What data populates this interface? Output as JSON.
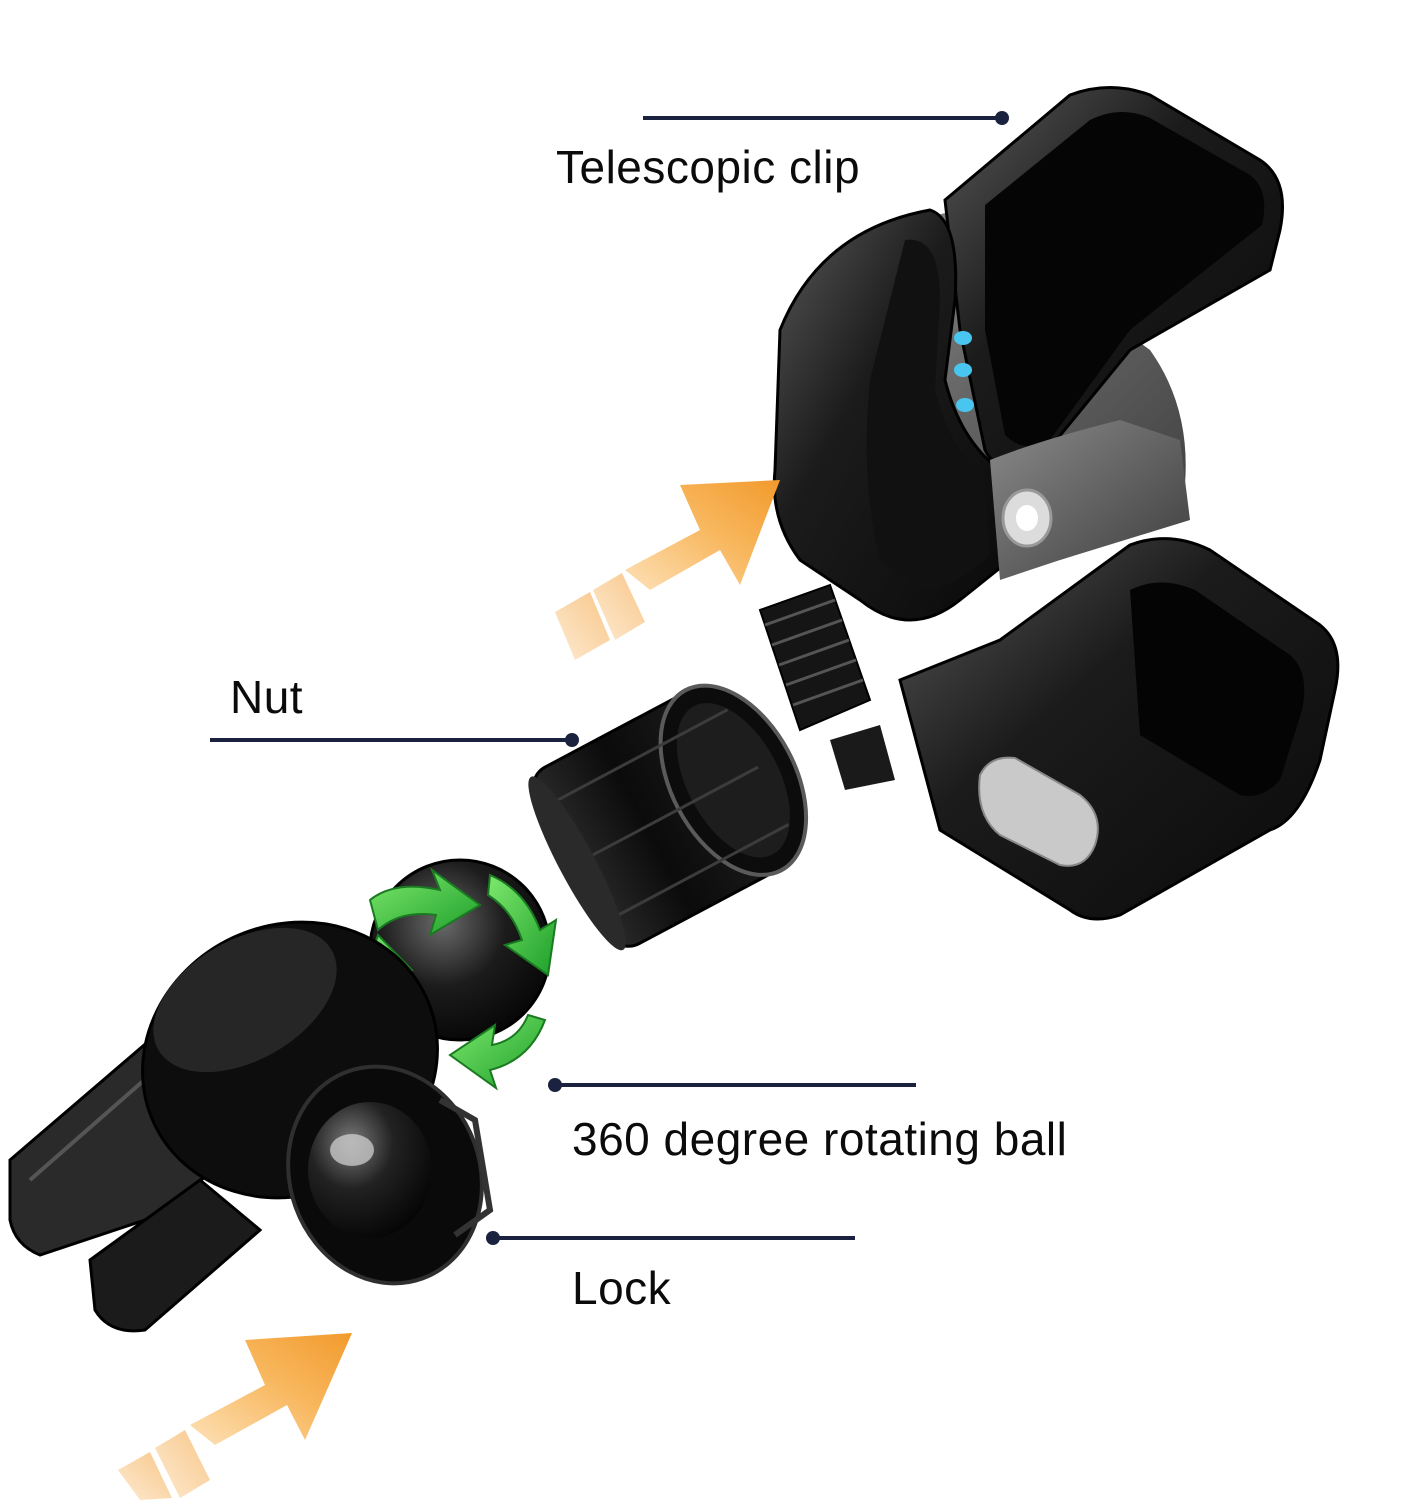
{
  "callouts": {
    "telescopic_clip": "Telescopic clip",
    "nut": "Nut",
    "rotating_ball": "360 degree rotating ball",
    "lock": "Lock"
  },
  "colors": {
    "leader_line": "#1a2240",
    "arrow_orange": "#f5a33a",
    "rotation_arrow_green": "#2fbf3a",
    "led_blue": "#49c6ef",
    "body_black": "#0d0d0d"
  },
  "parts": [
    "telescopic-clip",
    "nut",
    "rotating-ball",
    "vent-mount-lock"
  ],
  "icons": [
    "push-arrow-icon",
    "rotation-arrow-icon"
  ]
}
